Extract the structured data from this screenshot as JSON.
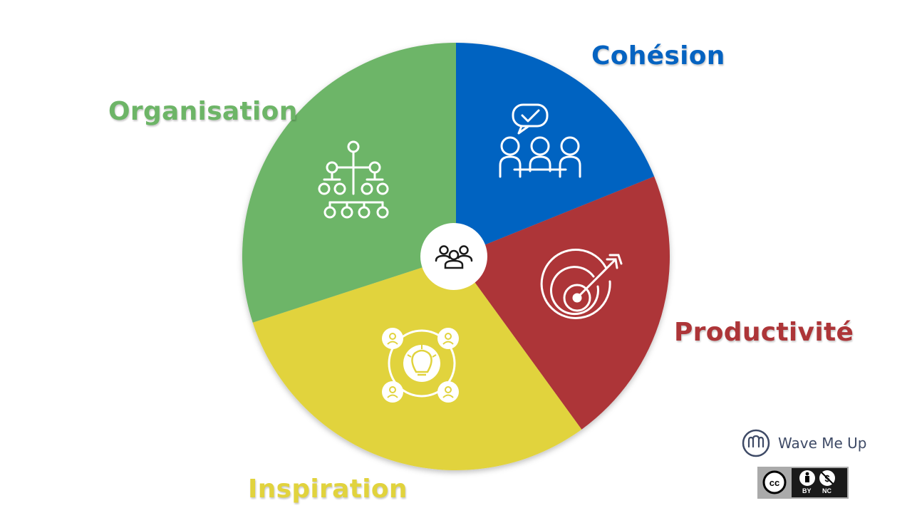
{
  "diagram": {
    "center_icon": "team-group-icon",
    "segments": [
      {
        "key": "cohesion",
        "label": "Cohésion",
        "color": "#0563c1",
        "icon": "team-meeting-check-icon",
        "start_deg": 0,
        "end_deg": 68
      },
      {
        "key": "productivite",
        "label": "Productivité",
        "color": "#ad3538",
        "icon": "target-arrow-icon",
        "start_deg": 68,
        "end_deg": 144
      },
      {
        "key": "inspiration",
        "label": "Inspiration",
        "color": "#e1d33d",
        "icon": "lightbulb-network-icon",
        "start_deg": 144,
        "end_deg": 252
      },
      {
        "key": "organisation",
        "label": "Organisation",
        "color": "#6db567",
        "icon": "org-chart-icon",
        "start_deg": 252,
        "end_deg": 360
      }
    ]
  },
  "branding": {
    "name": "Wave Me Up",
    "logo_icon": "wave-logo-icon"
  },
  "license": {
    "icon": "cc-by-nc-icon",
    "by_label": "BY",
    "nc_label": "NC"
  }
}
